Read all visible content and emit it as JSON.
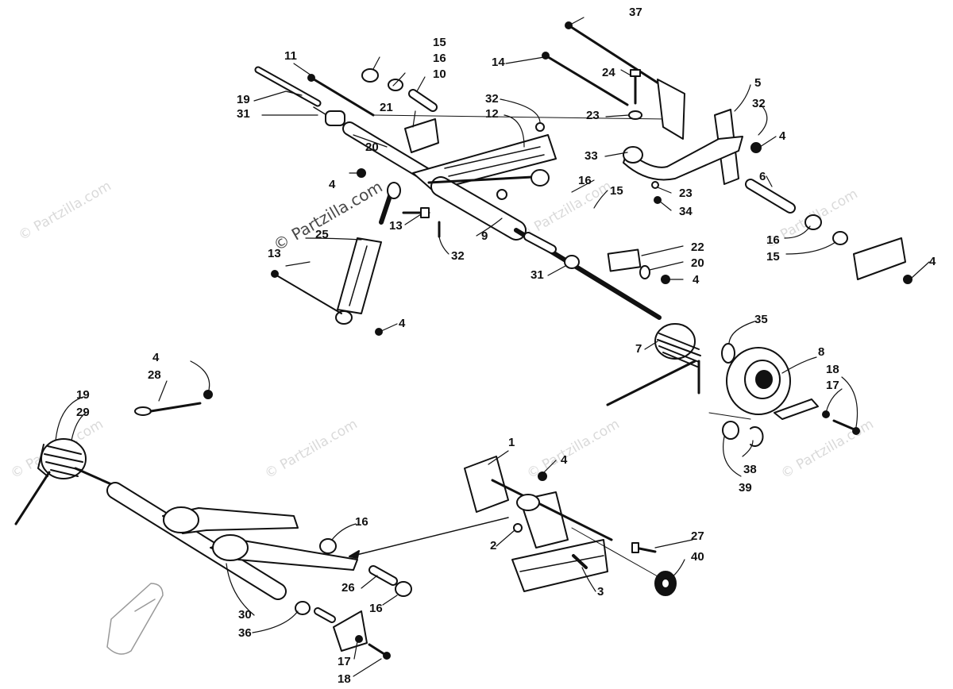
{
  "watermark": {
    "text": "© Partzilla.com"
  },
  "labels": {
    "p1": "1",
    "p2": "2",
    "p3": "3",
    "p4": "4",
    "p5": "5",
    "p6": "6",
    "p7": "7",
    "p8": "8",
    "p9": "9",
    "p10": "10",
    "p11": "11",
    "p12": "12",
    "p13": "13",
    "p14": "14",
    "p15": "15",
    "p16": "16",
    "p17": "17",
    "p18": "18",
    "p19": "19",
    "p20": "20",
    "p21": "21",
    "p22": "22",
    "p23": "23",
    "p24": "24",
    "p25": "25",
    "p26": "26",
    "p27": "27",
    "p28": "28",
    "p29": "29",
    "p30": "30",
    "p31": "31",
    "p32": "32",
    "p33": "33",
    "p34": "34",
    "p35": "35",
    "p36": "36",
    "p37": "37",
    "p38": "38",
    "p39": "39",
    "p40": "40"
  },
  "colors": {
    "ink": "#111111",
    "paper": "#ffffff",
    "watermark": "#8a8a8a"
  }
}
